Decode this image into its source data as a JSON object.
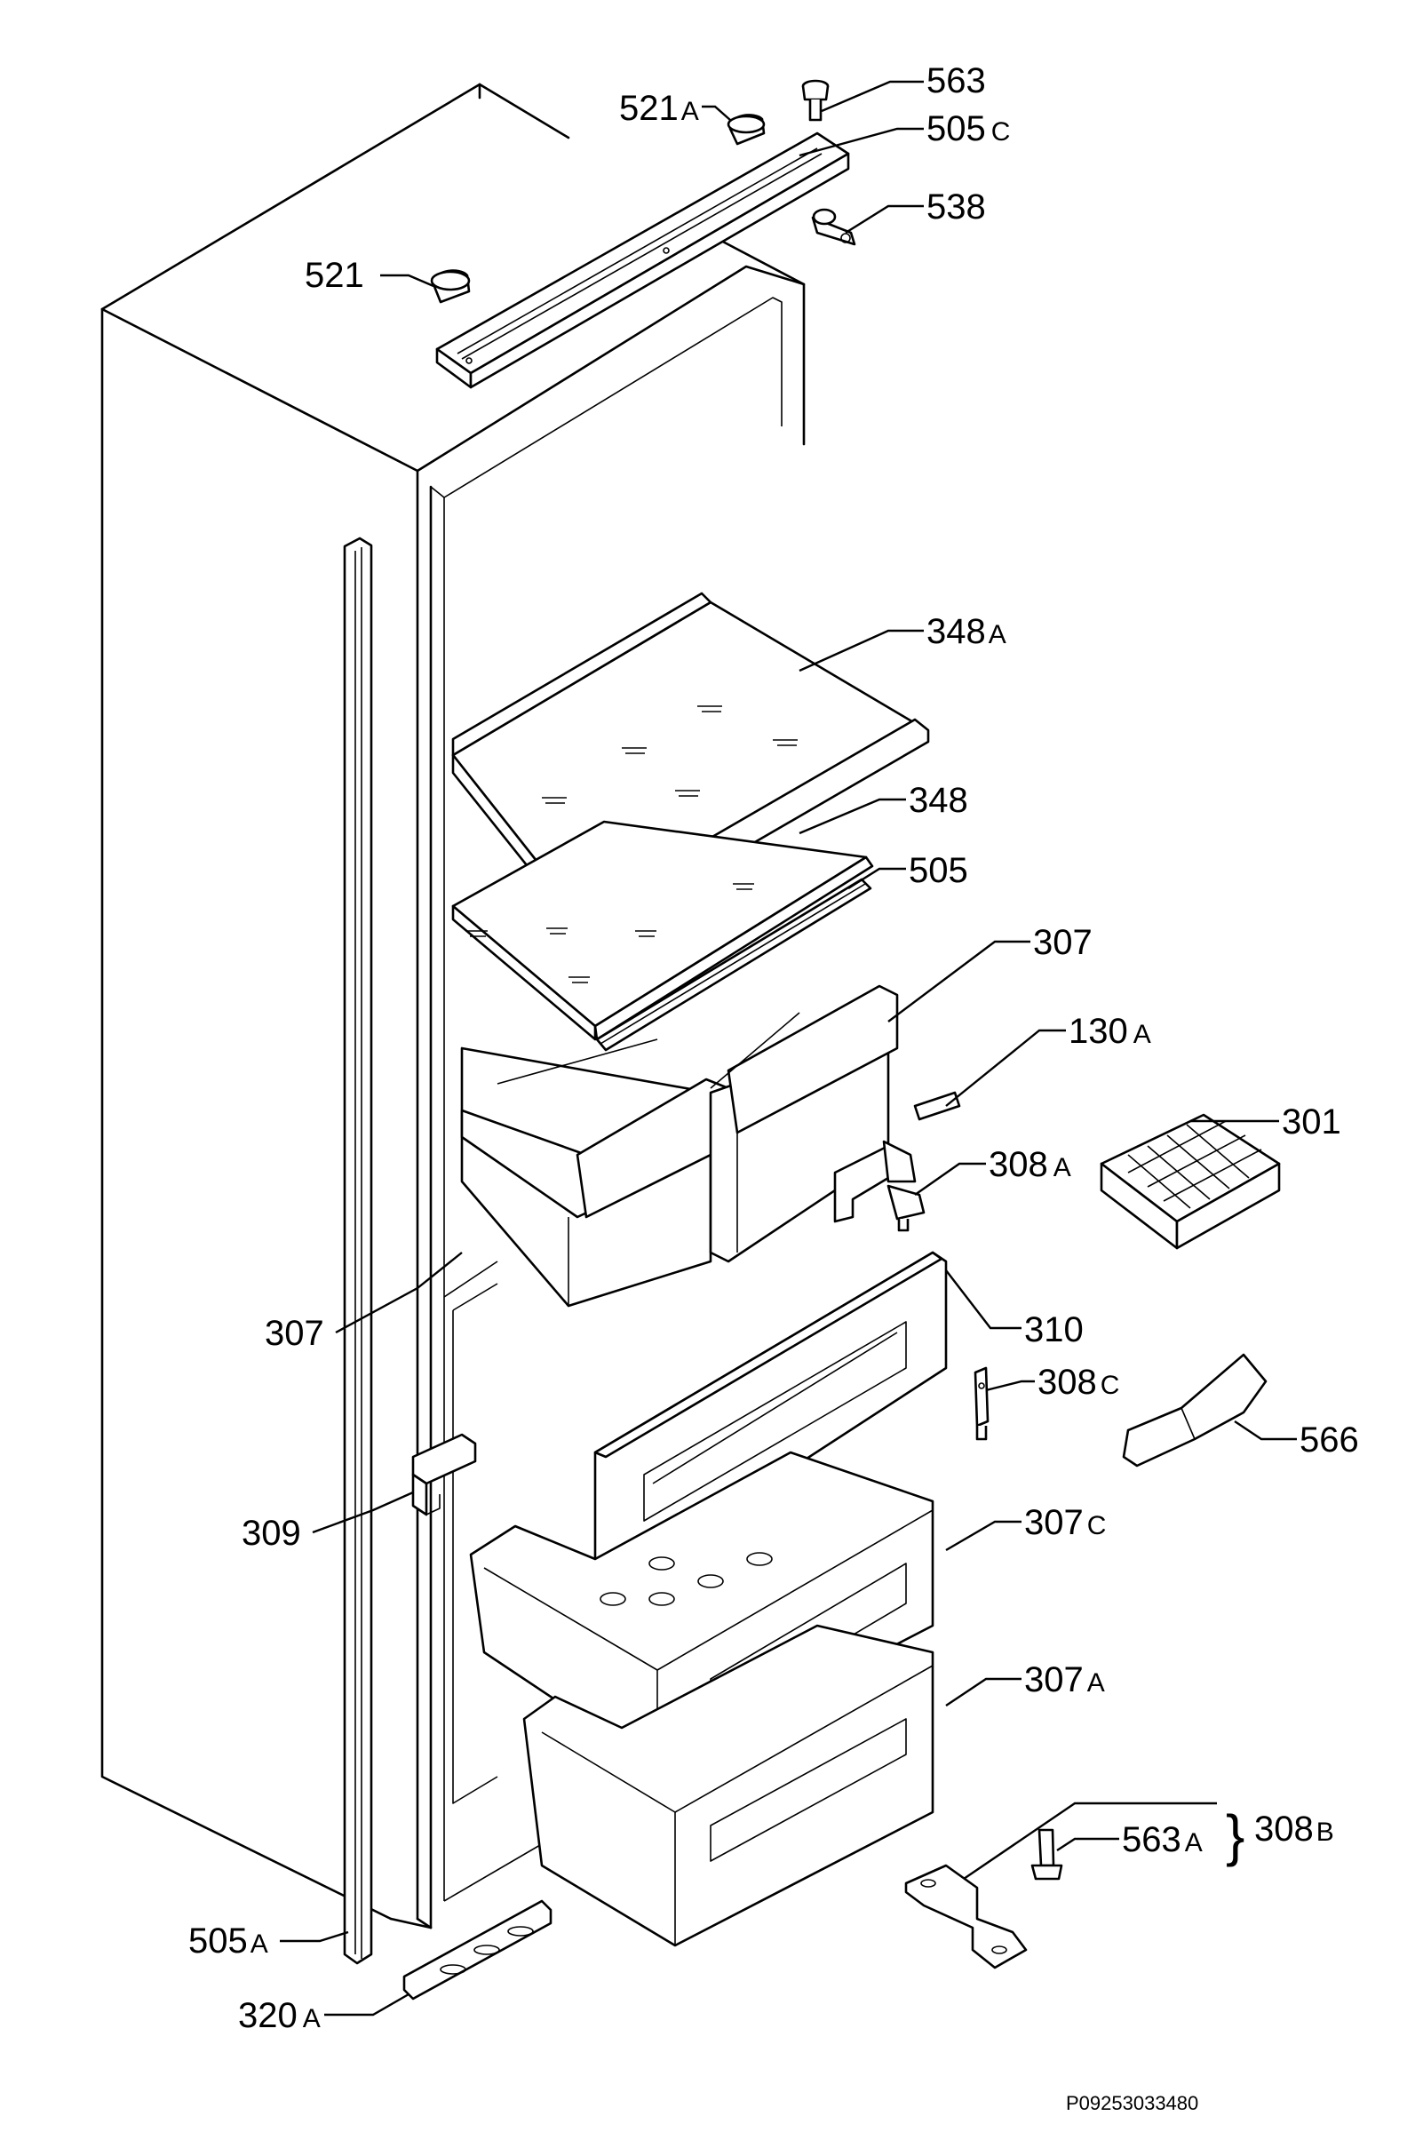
{
  "labels": [
    {
      "id": "563",
      "num": "563",
      "suffix": ""
    },
    {
      "id": "521A",
      "num": "521",
      "suffix": "A"
    },
    {
      "id": "505C",
      "num": "505",
      "suffix": "C"
    },
    {
      "id": "538",
      "num": "538",
      "suffix": ""
    },
    {
      "id": "521",
      "num": "521",
      "suffix": ""
    },
    {
      "id": "348A",
      "num": "348",
      "suffix": "A"
    },
    {
      "id": "348",
      "num": "348",
      "suffix": ""
    },
    {
      "id": "505",
      "num": "505",
      "suffix": ""
    },
    {
      "id": "307a",
      "num": "307",
      "suffix": ""
    },
    {
      "id": "130A",
      "num": "130",
      "suffix": "A"
    },
    {
      "id": "301",
      "num": "301",
      "suffix": ""
    },
    {
      "id": "308A",
      "num": "308",
      "suffix": "A"
    },
    {
      "id": "307b",
      "num": "307",
      "suffix": ""
    },
    {
      "id": "310",
      "num": "310",
      "suffix": ""
    },
    {
      "id": "308C",
      "num": "308",
      "suffix": "C"
    },
    {
      "id": "566",
      "num": "566",
      "suffix": ""
    },
    {
      "id": "309",
      "num": "309",
      "suffix": ""
    },
    {
      "id": "307C",
      "num": "307",
      "suffix": "C"
    },
    {
      "id": "307A",
      "num": "307",
      "suffix": "A"
    },
    {
      "id": "563A",
      "num": "563",
      "suffix": "A"
    },
    {
      "id": "308B",
      "num": "308",
      "suffix": "B"
    },
    {
      "id": "505A",
      "num": "505",
      "suffix": "A"
    },
    {
      "id": "320A",
      "num": "320",
      "suffix": "A"
    }
  ],
  "brace": "}",
  "drawing_code": "P09253033480"
}
